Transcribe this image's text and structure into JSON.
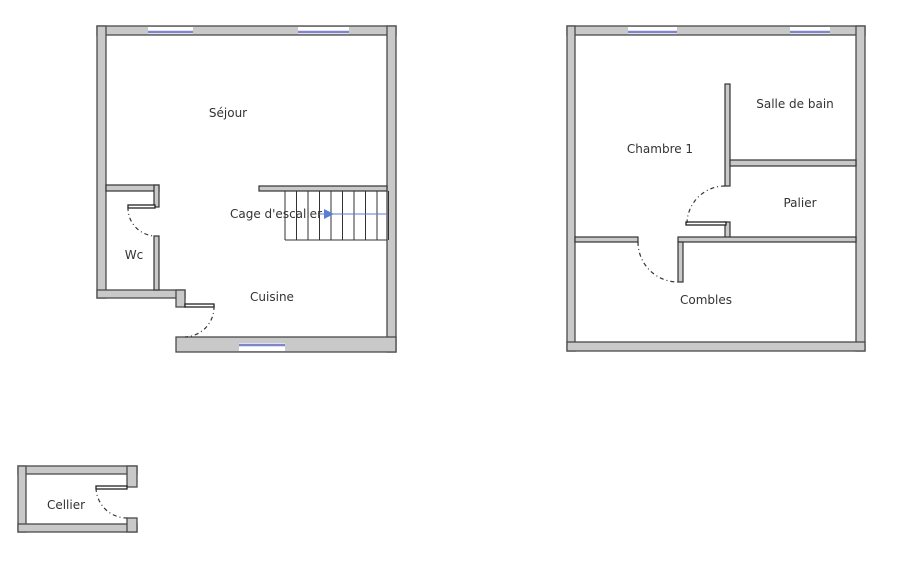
{
  "ground_floor": {
    "rooms": {
      "sejour": "Séjour",
      "cage_escalier": "Cage d'escalier",
      "wc": "Wc",
      "cuisine": "Cuisine"
    }
  },
  "upper_floor": {
    "rooms": {
      "chambre": "Chambre 1",
      "salle_de_bain": "Salle de bain",
      "palier": "Palier",
      "combles": "Combles"
    }
  },
  "annex": {
    "rooms": {
      "cellier": "Cellier"
    }
  },
  "colors": {
    "wall": "#c9c9c9",
    "window": "#7f86c8",
    "stair_arrow": "#5b7fd0"
  }
}
